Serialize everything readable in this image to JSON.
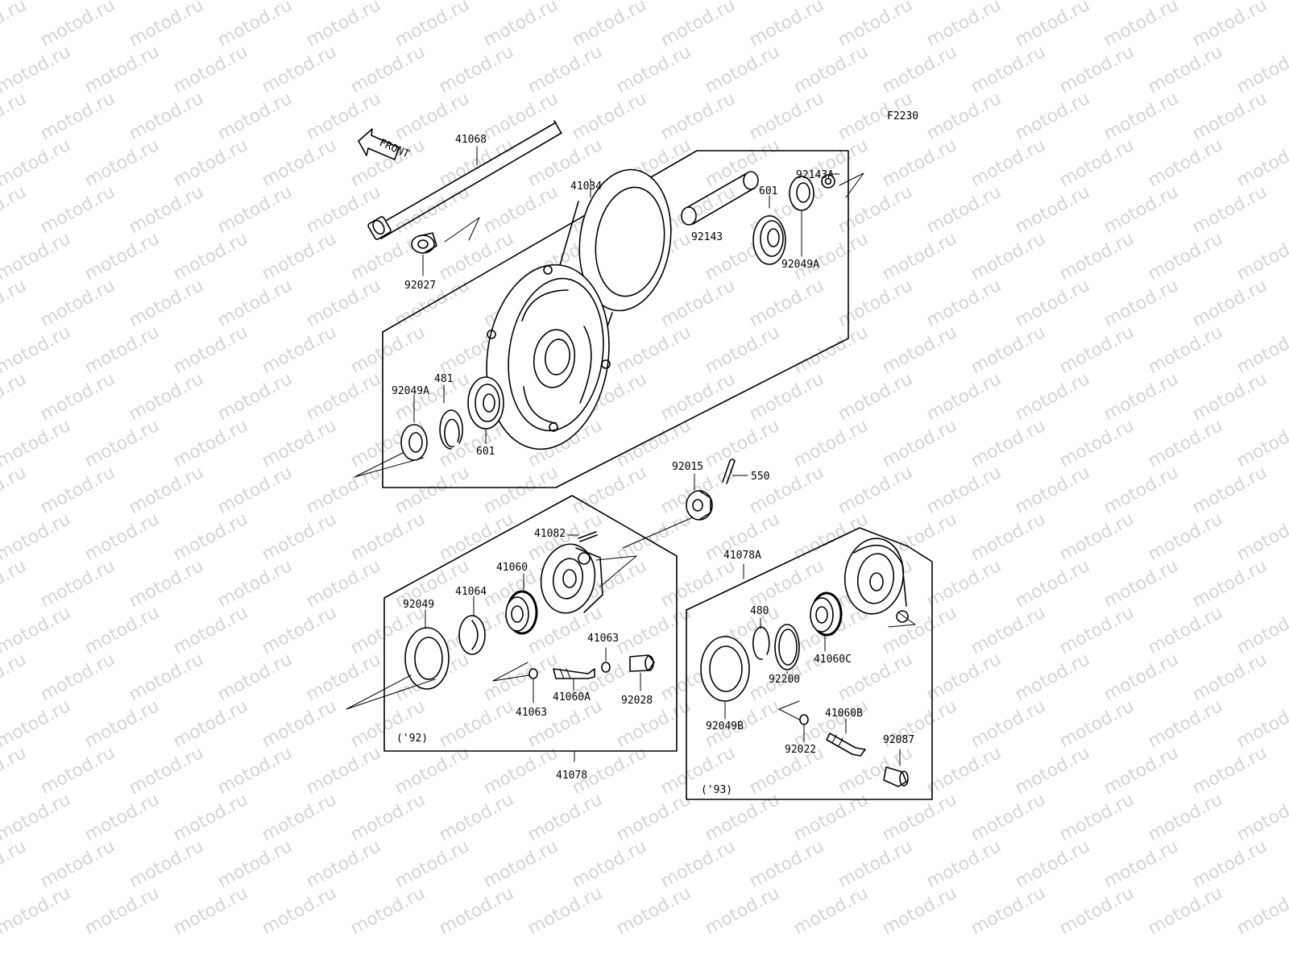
{
  "figure_code": "F2230",
  "front_arrow_text": "FRONT",
  "watermark": {
    "text": "motod.ru",
    "color": "#d4d4d4"
  },
  "colors": {
    "line": "#000000",
    "background": "#ffffff"
  },
  "group_labels": {
    "model_92": "('92)",
    "model_93": "('93)"
  },
  "part_labels": {
    "p41068": "41068",
    "p41034": "41034",
    "p92143A": "92143A",
    "p601_top": "601",
    "p92143": "92143",
    "p92049A_right": "92049A",
    "p92027": "92027",
    "p481": "481",
    "p92049A_left": "92049A",
    "p601_bottom": "601",
    "p92015": "92015",
    "p550": "550",
    "p41082": "41082",
    "p41060": "41060",
    "p41064": "41064",
    "p92049": "92049",
    "p41063_right": "41063",
    "p41063_bottom": "41063",
    "p41060A": "41060A",
    "p92028": "92028",
    "p41078": "41078",
    "p41078A": "41078A",
    "p480": "480",
    "p92200": "92200",
    "p41060C": "41060C",
    "p92049B": "92049B",
    "p41060B": "41060B",
    "p92022": "92022",
    "p92087": "92087"
  }
}
